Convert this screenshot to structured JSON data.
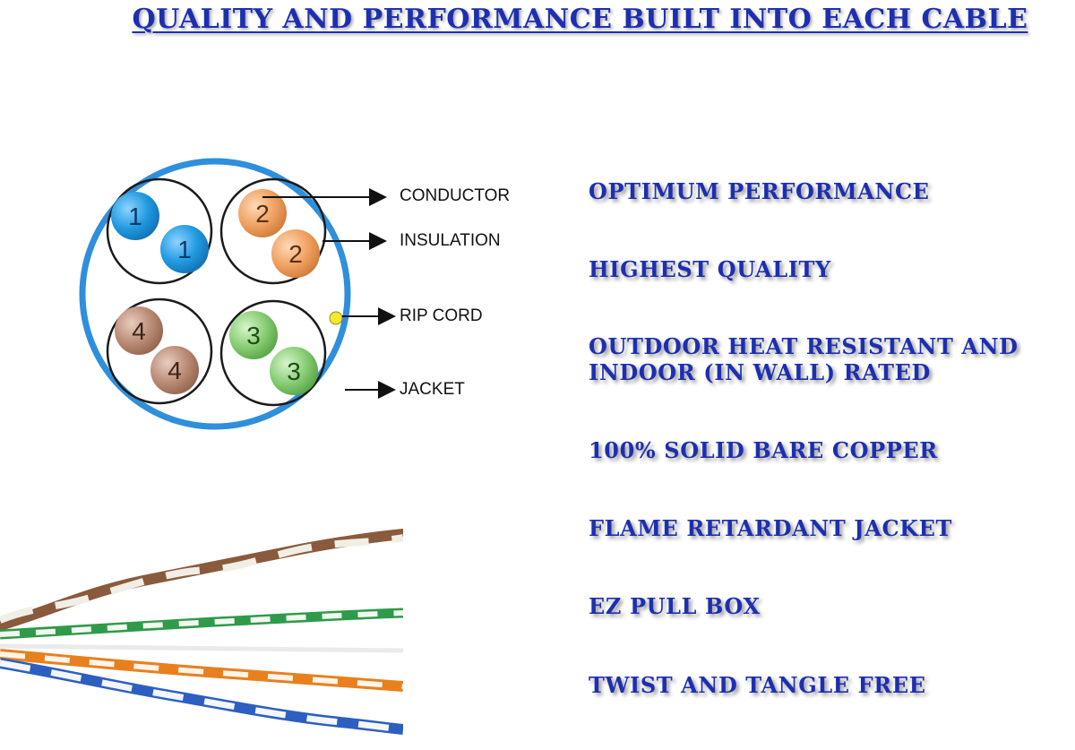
{
  "title": "QUALITY AND PERFORMANCE BUILT INTO EACH CABLE",
  "diagram": {
    "callouts": {
      "conductor": "CONDUCTOR",
      "insulation": "INSULATION",
      "rip_cord": "RIP CORD",
      "jacket": "JACKET"
    },
    "pairs": [
      {
        "number": "1",
        "color": "#1f9ae0"
      },
      {
        "number": "2",
        "color": "#f0a060"
      },
      {
        "number": "3",
        "color": "#86cc72"
      },
      {
        "number": "4",
        "color": "#b98a74"
      }
    ],
    "jacket_color": "#2f8fdc",
    "rip_cord_color": "#f4ea2a"
  },
  "features": [
    "OPTIMUM PERFORMANCE",
    "HIGHEST QUALITY",
    "OUTDOOR HEAT RESISTANT AND INDOOR (IN WALL) RATED",
    "100% SOLID BARE COPPER",
    "FLAME RETARDANT JACKET",
    "EZ PULL BOX",
    "TWIST AND TANGLE FREE"
  ],
  "colors": {
    "text_blue": "#1d2fb0",
    "wire_brown": "#8a5a3c",
    "wire_green": "#2e9a4a",
    "wire_orange": "#e8801e",
    "wire_blue": "#2c5fc0"
  }
}
